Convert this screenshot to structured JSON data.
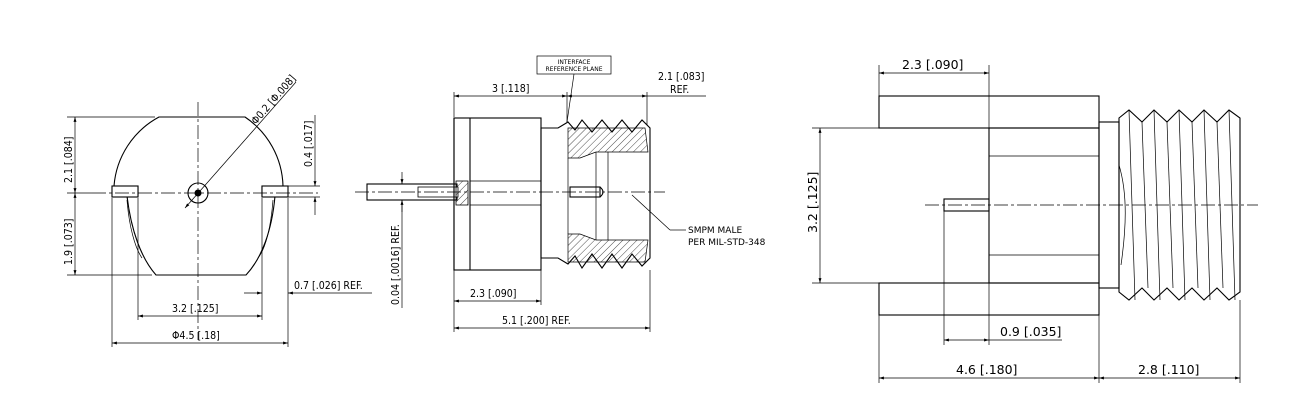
{
  "front_view": {
    "dim_hole": "Φ0.2 [Φ.008]",
    "dim_upper_height": "2.1 [.084]",
    "dim_lower_height": "1.9 [.073]",
    "dim_tab_height": "0.4 [.017]",
    "dim_width": "3.2 [.125]",
    "dim_diameter": "Φ4.5 [.18]",
    "dim_tab_ref": "0.7 [.026] REF."
  },
  "side_view": {
    "interface_label_1": "INTERFACE",
    "interface_label_2": "REFERENCE PLANE",
    "dim_to_interface": "3 [.118]",
    "dim_beyond": "2.1 [.083]",
    "dim_beyond_ref": "REF.",
    "dim_pin": "0.04 [.0016] REF.",
    "dim_body": "2.3 [.090]",
    "dim_overall": "5.1 [.200]  REF.",
    "callout_1": "SMPM MALE",
    "callout_2": "PER MIL-STD-348"
  },
  "top_view": {
    "dim_top": "2.3 [.090]",
    "dim_height": "3.2 [.125]",
    "dim_pin": "0.9 [.035]",
    "dim_body": "4.6 [.180]",
    "dim_thread": "2.8 [.110]"
  }
}
